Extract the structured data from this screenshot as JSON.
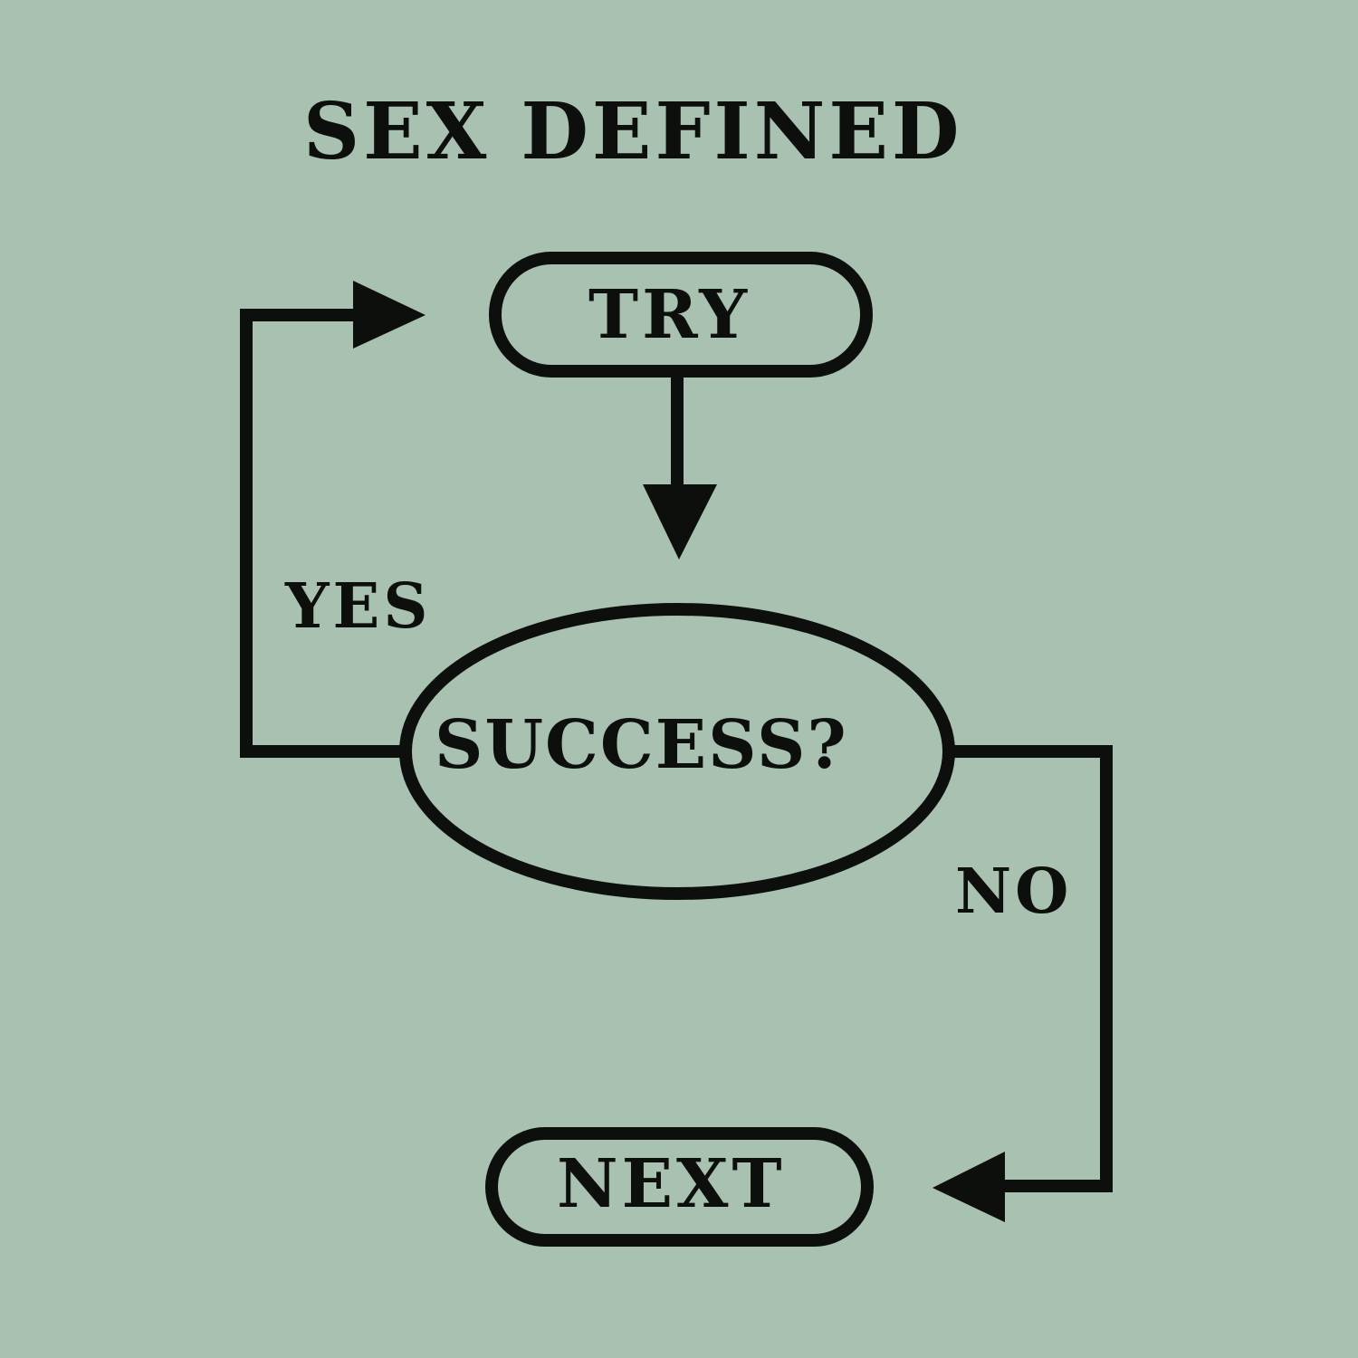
{
  "title": "SEX DEFINED",
  "nodes": {
    "try": "TRY",
    "success": "SUCCESS?",
    "next": "NEXT"
  },
  "edges": {
    "yes": "YES",
    "no": "NO"
  },
  "colors": {
    "background": "#a9c1b1",
    "ink": "#0d0f0d"
  }
}
